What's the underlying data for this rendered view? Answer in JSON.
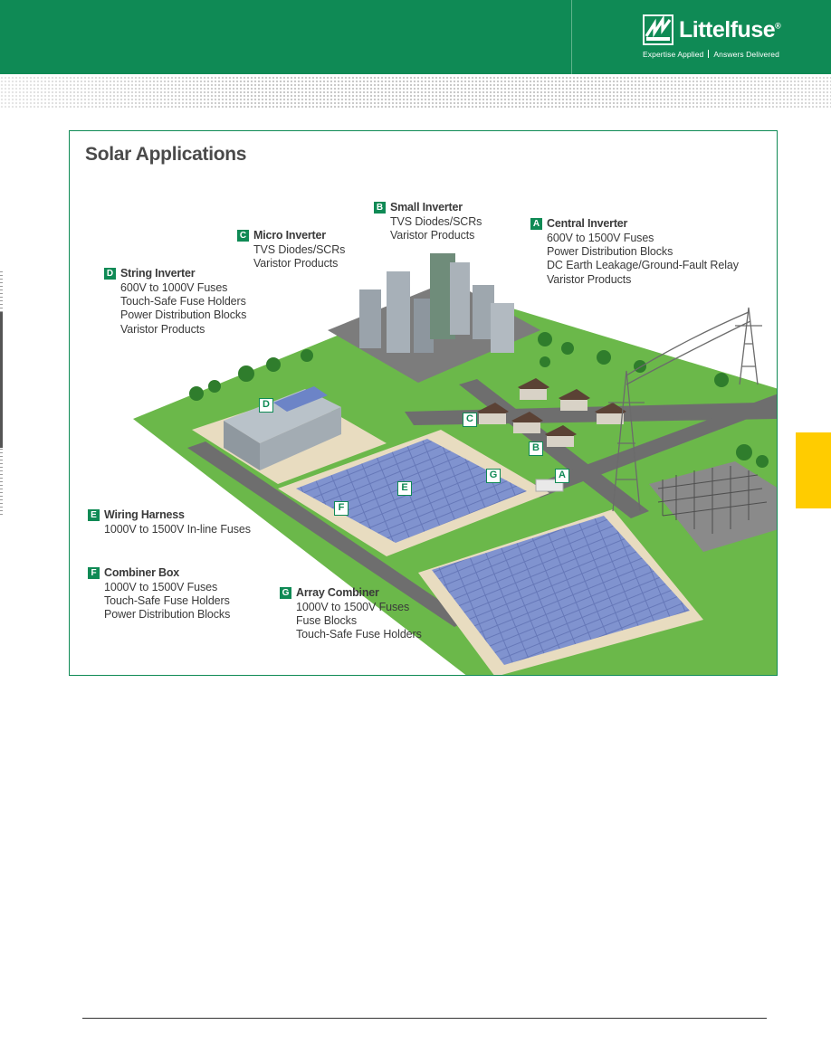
{
  "brand": {
    "name": "Littelfuse",
    "tagline_left": "Expertise Applied",
    "tagline_right": "Answers Delivered"
  },
  "colors": {
    "brand_green": "#0f8a55",
    "tab_yellow": "#ffcc00",
    "grass": "#6bb84a",
    "road": "#6e6e6e"
  },
  "figure": {
    "title": "Solar Applications",
    "callouts": [
      {
        "letter": "B",
        "title": "Small Inverter",
        "lines": [
          "TVS Diodes/SCRs",
          "Varistor Products"
        ]
      },
      {
        "letter": "A",
        "title": "Central Inverter",
        "lines": [
          "600V to 1500V Fuses",
          "Power Distribution Blocks",
          "DC Earth Leakage/Ground-Fault Relay",
          "Varistor Products"
        ]
      },
      {
        "letter": "C",
        "title": "Micro Inverter",
        "lines": [
          "TVS Diodes/SCRs",
          "Varistor Products"
        ]
      },
      {
        "letter": "D",
        "title": "String Inverter",
        "lines": [
          "600V to 1000V Fuses",
          "Touch-Safe Fuse Holders",
          "Power Distribution Blocks",
          "Varistor Products"
        ]
      },
      {
        "letter": "E",
        "title": "Wiring Harness",
        "lines": [
          "1000V to 1500V In-line Fuses"
        ]
      },
      {
        "letter": "F",
        "title": "Combiner Box",
        "lines": [
          "1000V to 1500V Fuses",
          "Touch-Safe Fuse Holders",
          "Power Distribution Blocks"
        ]
      },
      {
        "letter": "G",
        "title": "Array Combiner",
        "lines": [
          "1000V to 1500V Fuses",
          "Fuse Blocks",
          "Touch-Safe Fuse Holders"
        ]
      }
    ],
    "map_labels": [
      "C",
      "B",
      "G",
      "A",
      "E",
      "F",
      "D"
    ]
  }
}
